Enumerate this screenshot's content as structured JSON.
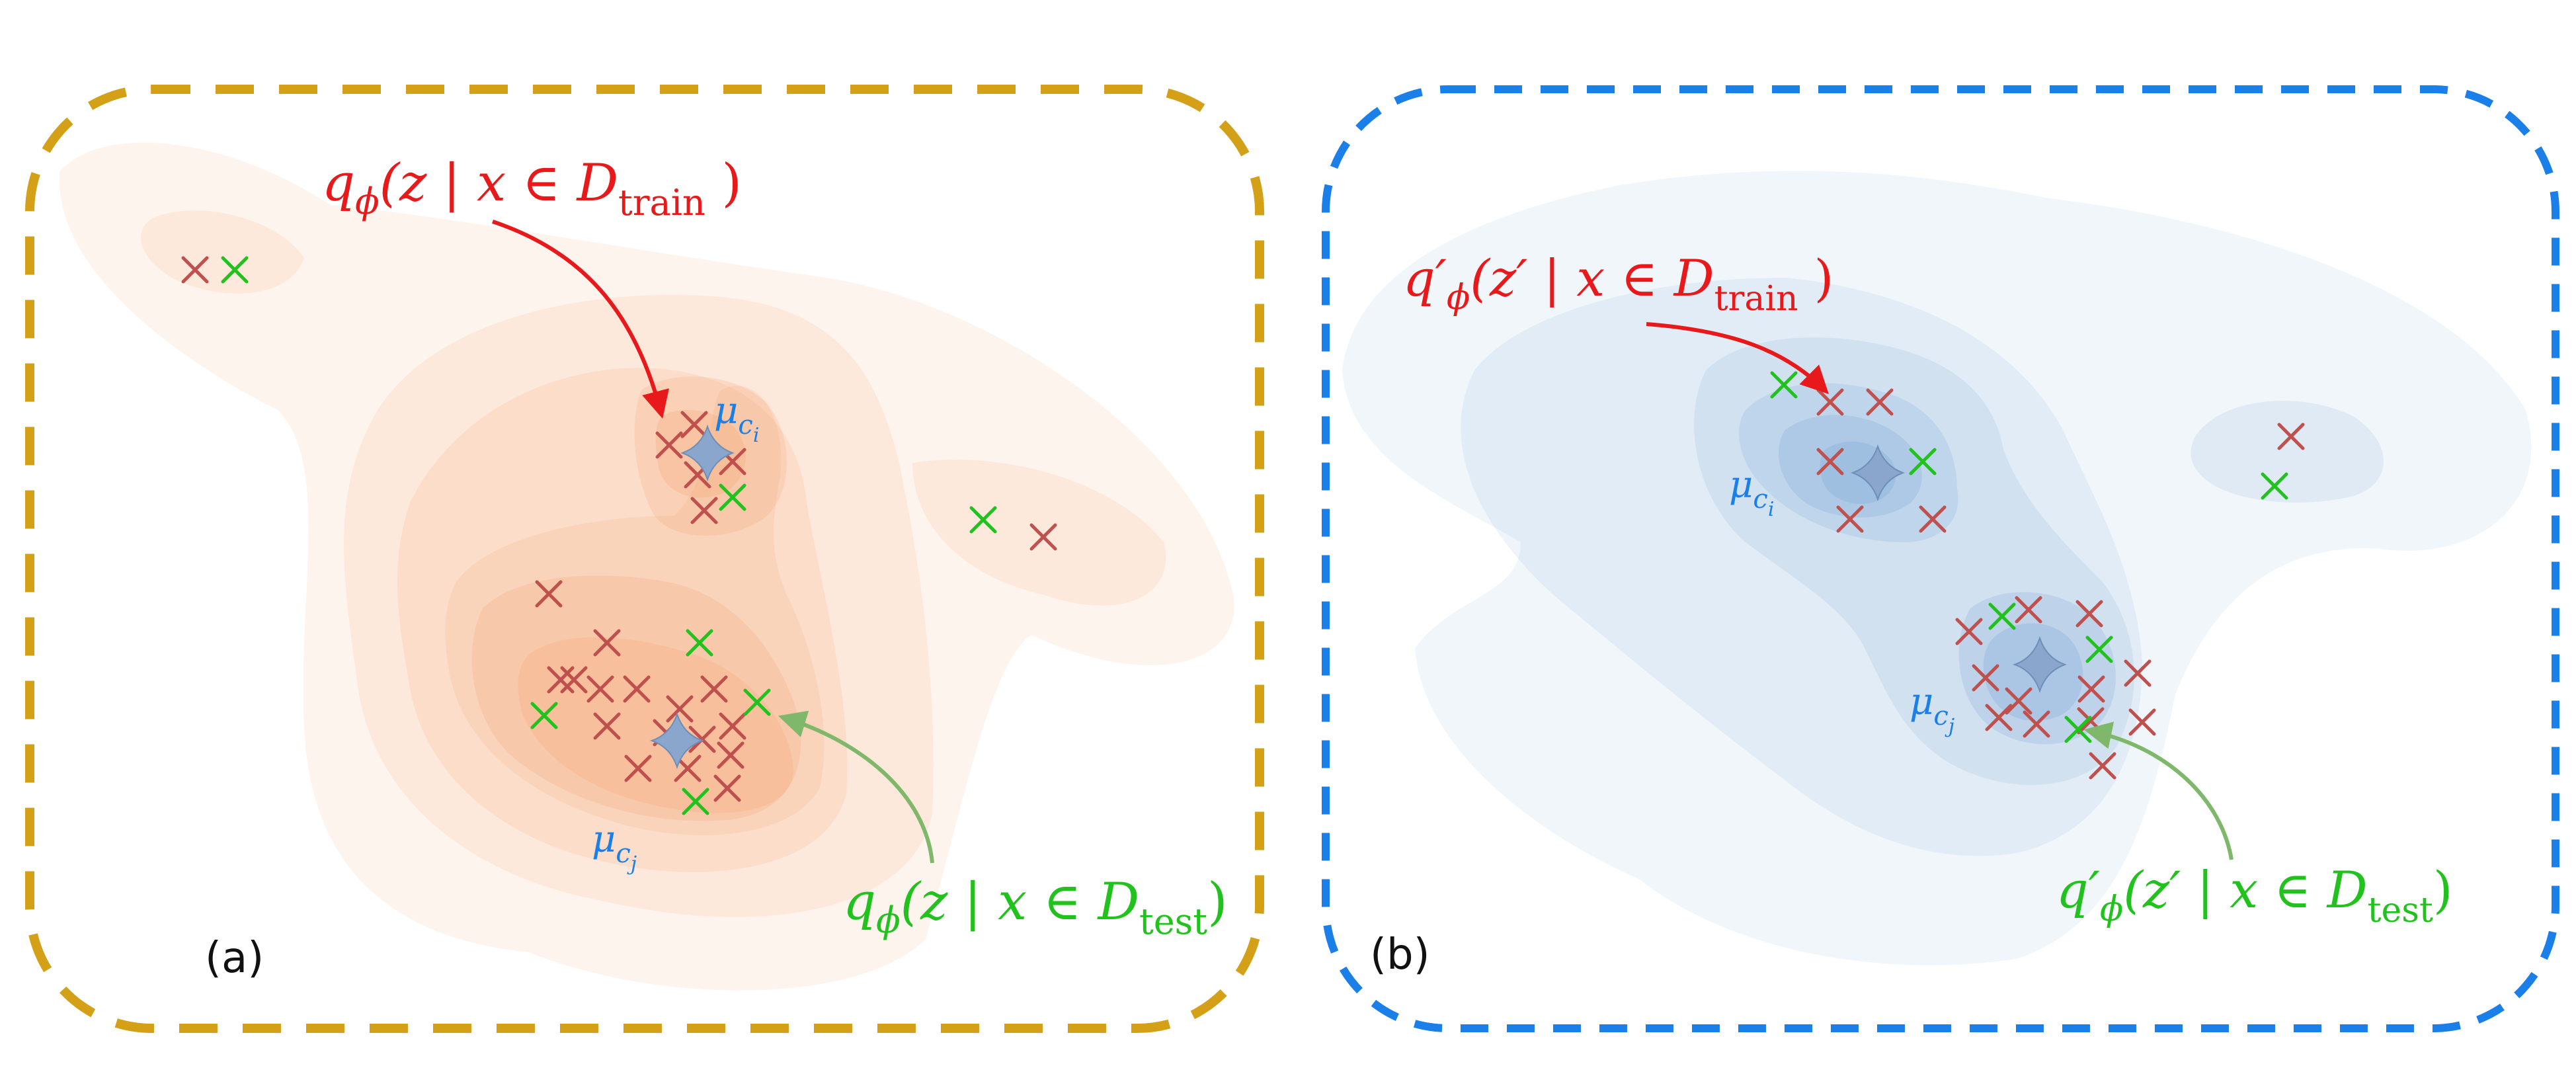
{
  "panels": [
    {
      "label": "(a)",
      "frame_color": "#d4a017",
      "density_color": "#f5a673",
      "train_label": {
        "q": "q",
        "sub": "ϕ",
        "pre": "(z | x ∈ D",
        "dsub": "train",
        "post": " )",
        "color": "#e8191b"
      },
      "test_label": {
        "q": "q",
        "sub": "ϕ",
        "pre": "(z | x ∈ D",
        "dsub": "test",
        "post": ")",
        "color": "#22c21e"
      },
      "mu_i": {
        "mu": "μ",
        "sub": "c",
        "subsub": "i"
      },
      "mu_j": {
        "mu": "μ",
        "sub": "c",
        "subsub": "j"
      }
    },
    {
      "label": "(b)",
      "frame_color": "#1a7fe8",
      "density_color": "#7aa6d6",
      "train_label": {
        "q": "q′",
        "sub": "ϕ",
        "pre": "(z′ | x ∈ D",
        "dsub": "train",
        "post": " )",
        "color": "#e8191b"
      },
      "test_label": {
        "q": "q′",
        "sub": "ϕ",
        "pre": "(z′ | x ∈ D",
        "dsub": "test",
        "post": ")",
        "color": "#22c21e"
      },
      "mu_i": {
        "mu": "μ",
        "sub": "c",
        "subsub": "i"
      },
      "mu_j": {
        "mu": "μ",
        "sub": "c",
        "subsub": "j"
      }
    }
  ],
  "colors": {
    "train_marker": "#c0504d",
    "test_marker": "#22c21e",
    "centroid": "#8aa6cc",
    "mu_text": "#1a7fe8",
    "arrow_train": "#e8191b",
    "arrow_test": "#7fb86a"
  }
}
